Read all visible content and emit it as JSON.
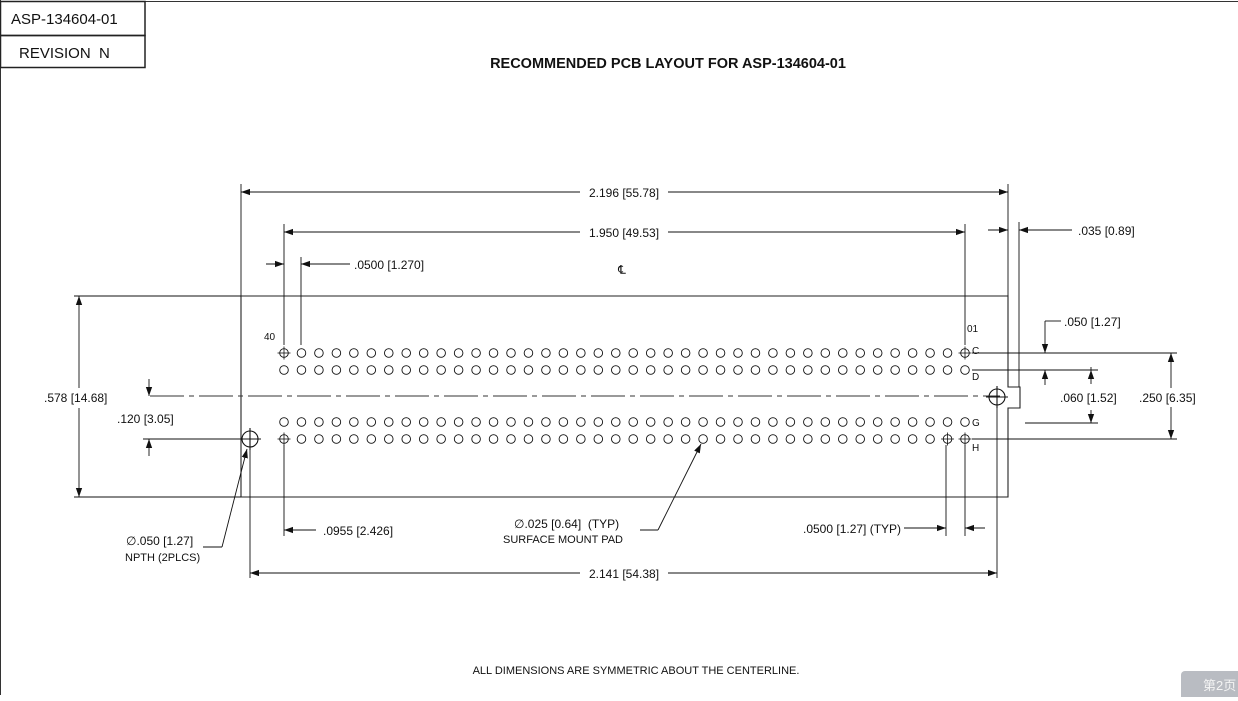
{
  "title_block": {
    "part_number": "ASP-134604-01",
    "revision": "REVISION  N"
  },
  "drawing": {
    "title": "RECOMMENDED PCB LAYOUT FOR ASP-134604-01",
    "centerline_symbol": "℄",
    "footer_note": "ALL DIMENSIONS ARE SYMMETRIC ABOUT THE CENTERLINE.",
    "pin_labels": {
      "pin_40": "40",
      "pin_01": "01"
    },
    "row_labels": {
      "c": "C",
      "d": "D",
      "g": "G",
      "h": "H"
    },
    "pads_per_row": 40,
    "rows": [
      "C",
      "D",
      "G",
      "H"
    ]
  },
  "dimensions": {
    "overall_width": "2.196 [55.78]",
    "pad_span": "1.950 [49.53]",
    "edge_offset": ".035 [0.89]",
    "pad_pitch": ".0500 [1.270]",
    "row_pitch": ".050 [1.27]",
    "overall_height": ".578 [14.68]",
    "npth_offset": ".120 [3.05]",
    "row_gap": ".060 [1.52]",
    "row_span": ".250 [6.35]",
    "npth_diameter": "∅.050 [1.27]",
    "npth_note": "NPTH (2PLCS)",
    "pad_offset": ".0955 [2.426]",
    "pad_diameter": "∅.025 [0.64]  (TYP)",
    "pad_note": "SURFACE MOUNT PAD",
    "pitch_typ": ".0500 [1.27] (TYP)",
    "npth_span": "2.141 [54.38]"
  },
  "page_indicator": "第2页"
}
